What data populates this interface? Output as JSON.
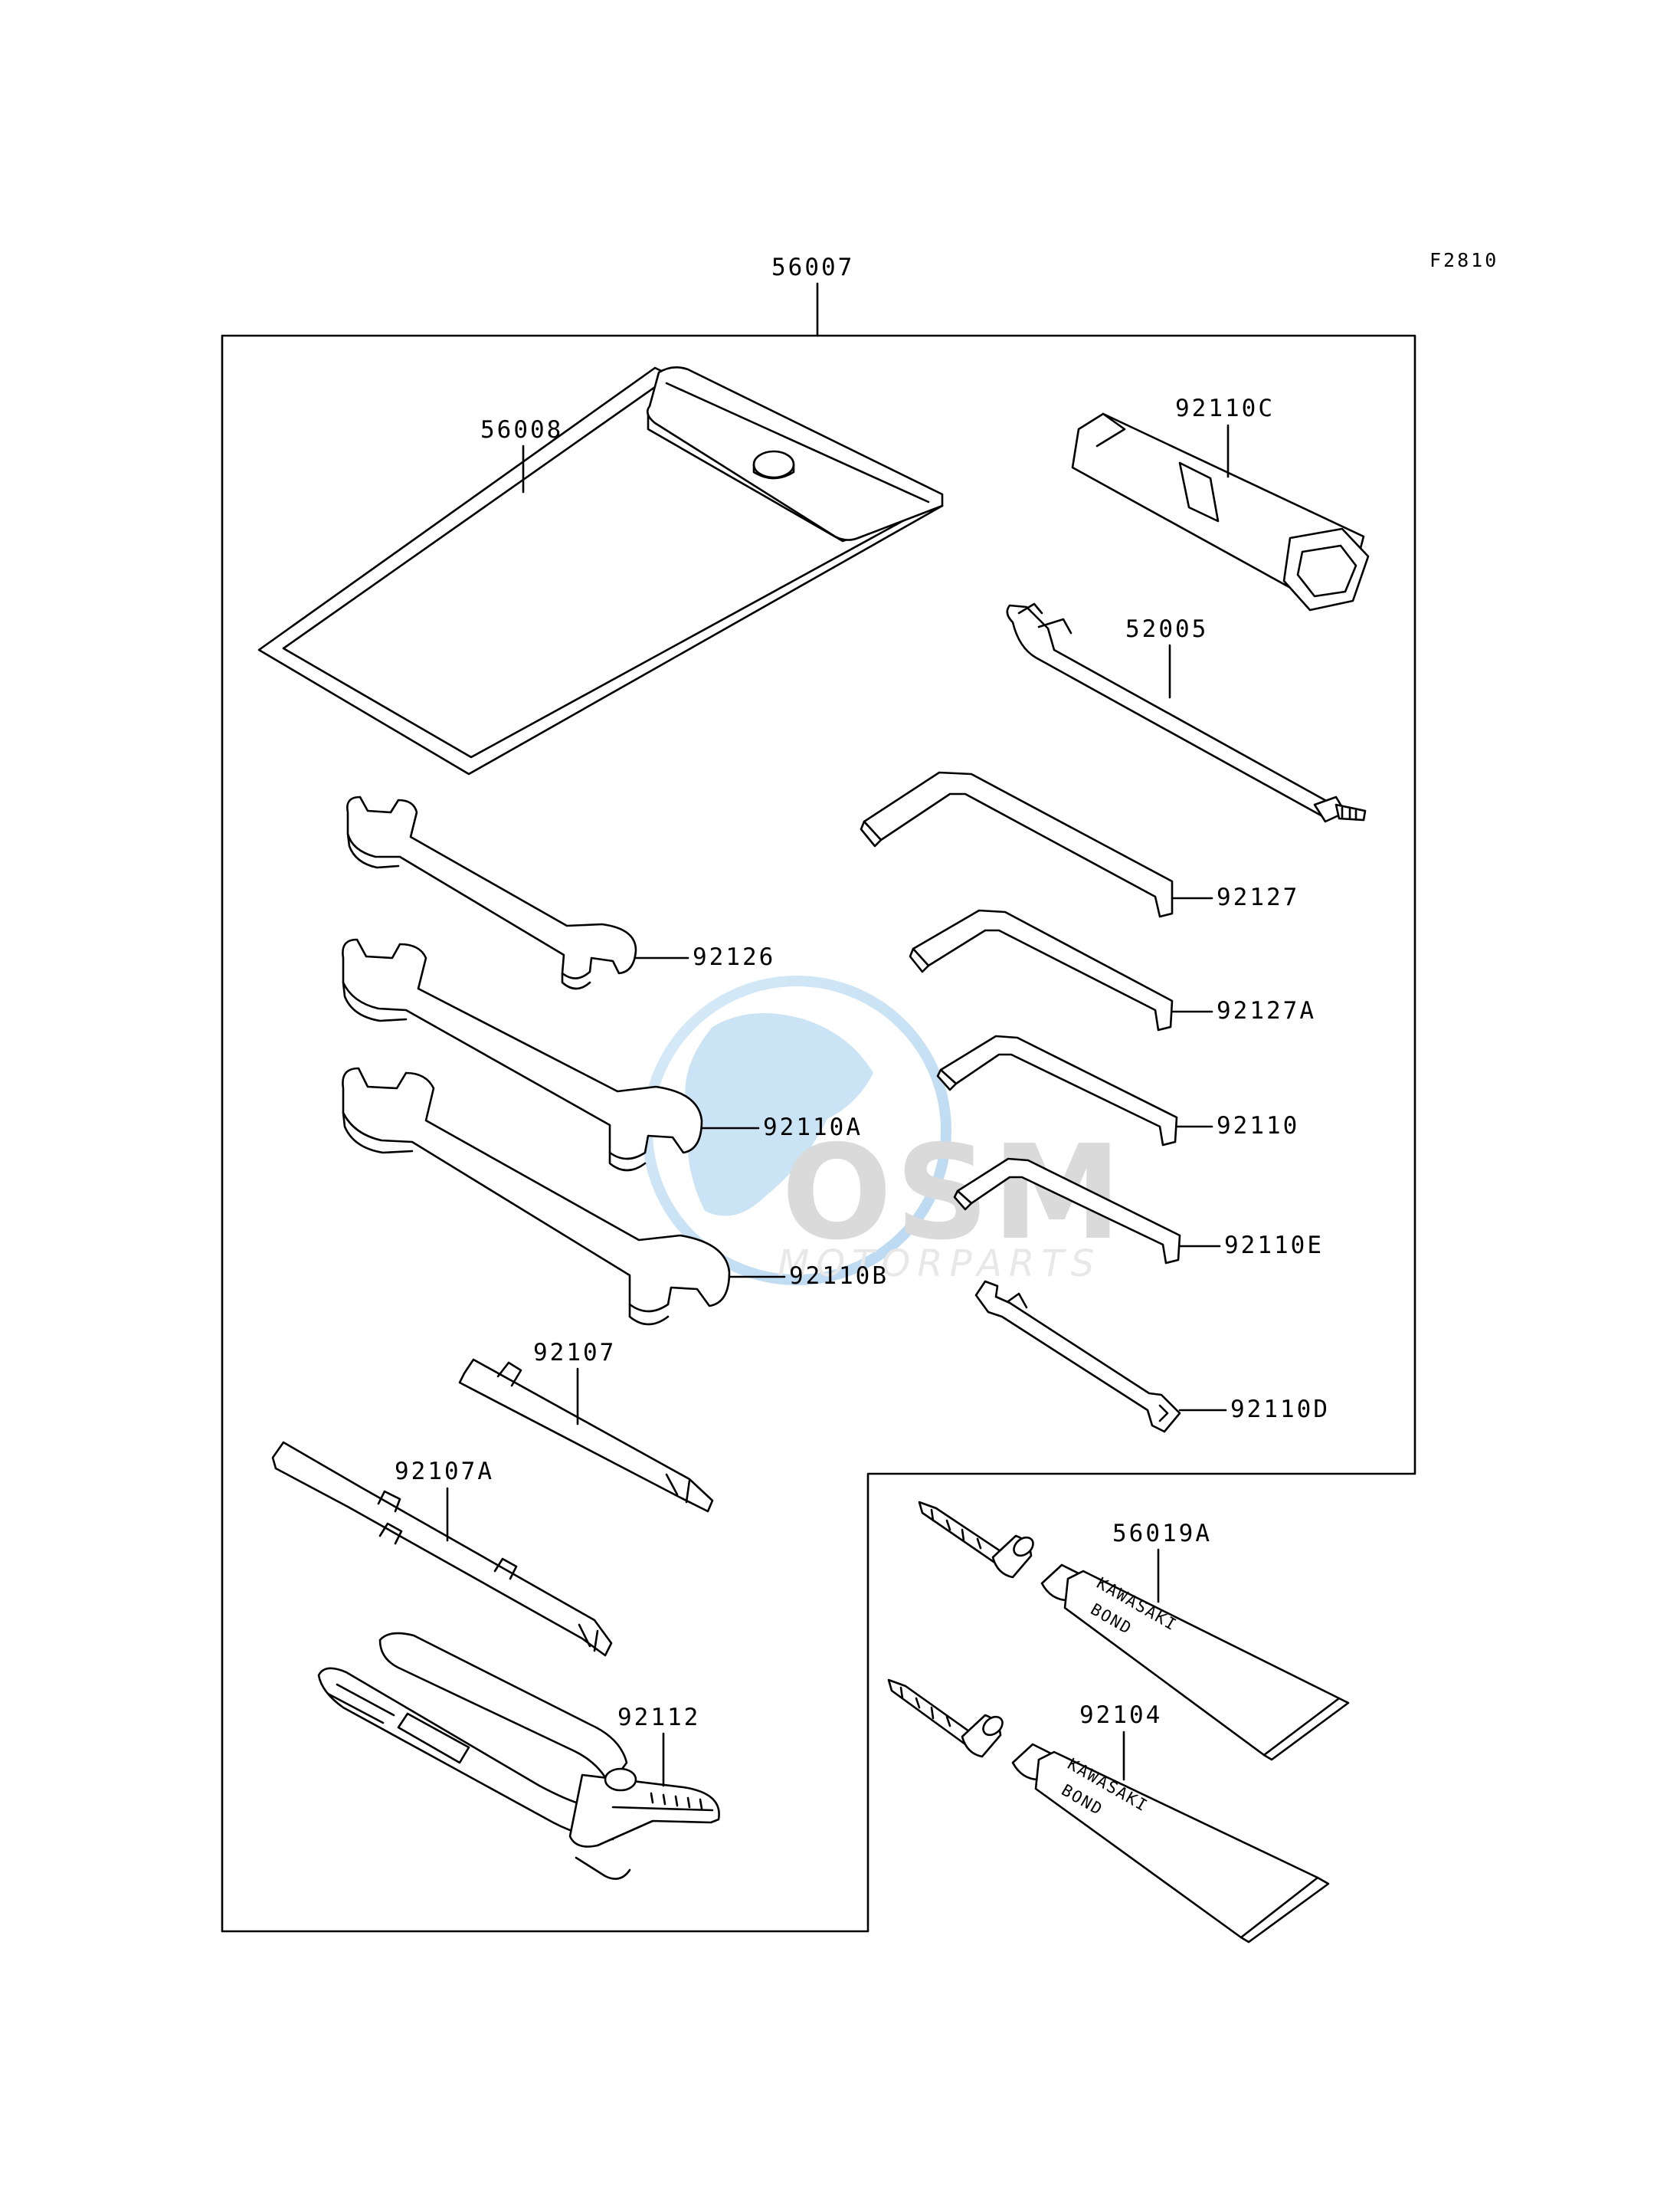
{
  "figure_id": "F2810",
  "kit_label": "56007",
  "parts": {
    "case": "56008",
    "plug_wrench": "92110C",
    "spoke_tool": "52005",
    "hex_key_1": "92127",
    "hex_key_2": "92127A",
    "hex_key_3": "92110",
    "hex_key_4": "92110E",
    "pin_wrench": "92110D",
    "wrench_1": "92126",
    "wrench_2": "92110A",
    "wrench_3": "92110B",
    "screwdriver_shaft": "92107",
    "screwdriver_handle": "92107A",
    "pliers": "92112",
    "bond_1": "56019A",
    "bond_2": "92104"
  },
  "tube_print": [
    "KAWASAKI",
    "BOND"
  ],
  "watermark": {
    "logo_text": "OSM",
    "sub_text": "MOTORPARTS"
  }
}
